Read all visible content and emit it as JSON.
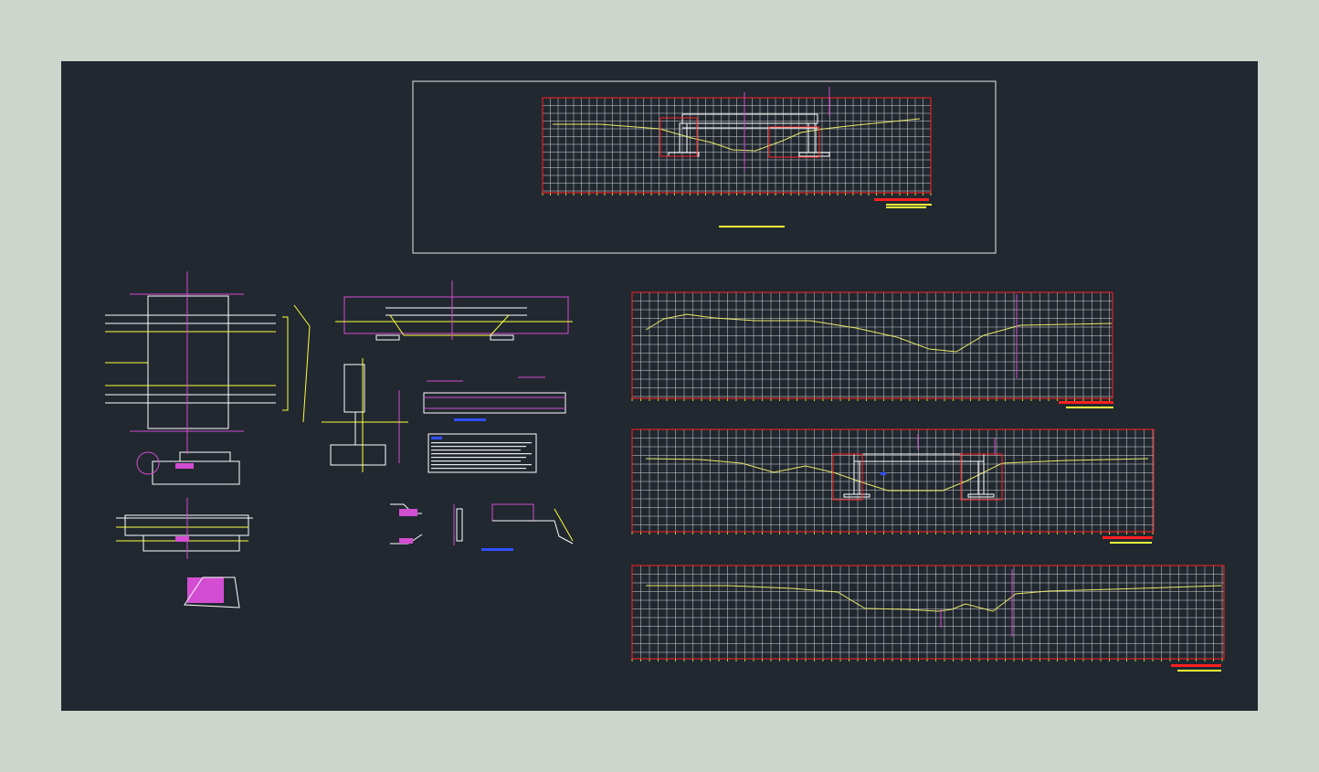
{
  "colors": {
    "outer_bg": "#cdd6cd",
    "canvas_bg": "#212830",
    "grid": "#ffffff",
    "frame": "#ff2020",
    "ground_line": "#e8e86a",
    "structure": "#ffffff",
    "magenta": "#d24dd2",
    "yellow": "#ffff3c",
    "label": "#ffff3c"
  },
  "drawing": {
    "title": "",
    "sheet_note": ""
  },
  "profiles": [
    {
      "id": "main-profile"
    },
    {
      "id": "profile-1"
    },
    {
      "id": "profile-2"
    },
    {
      "id": "profile-3"
    }
  ]
}
